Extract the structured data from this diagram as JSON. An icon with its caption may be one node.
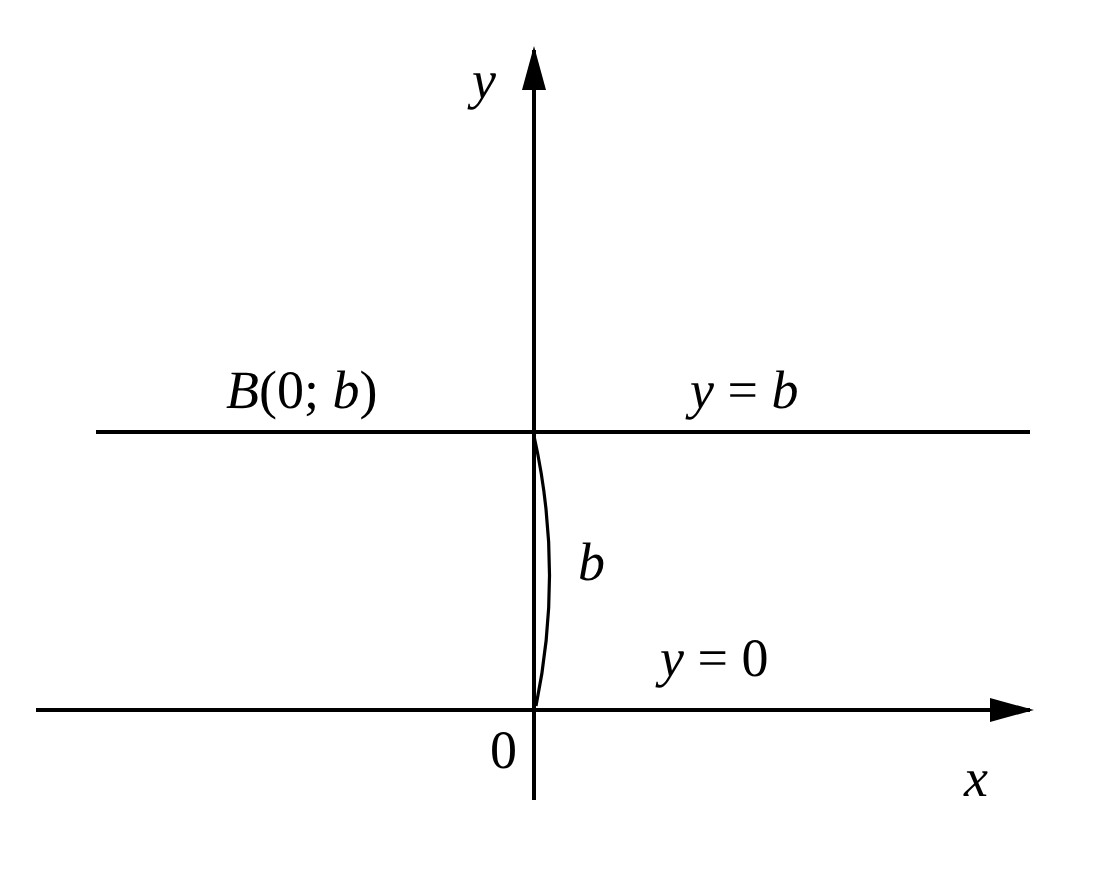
{
  "diagram": {
    "labels": [
      "*y*",
      "*B*(0; *b*)",
      "*y* = *b*",
      "*b*",
      "*y* = 0",
      "0",
      "*x*"
    ]
  }
}
